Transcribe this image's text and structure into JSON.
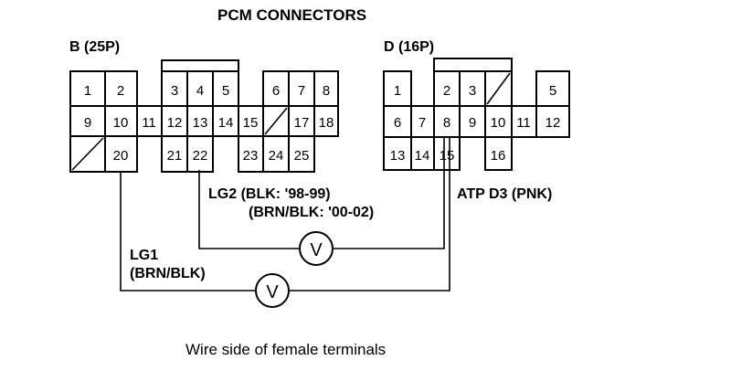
{
  "title": "PCM CONNECTORS",
  "connector_b": {
    "label": "B (25P)",
    "pins": [
      {
        "id": "1",
        "text": "1"
      },
      {
        "id": "2",
        "text": "2"
      },
      {
        "id": "3",
        "text": "3"
      },
      {
        "id": "4",
        "text": "4"
      },
      {
        "id": "5",
        "text": "5"
      },
      {
        "id": "6",
        "text": "6"
      },
      {
        "id": "7",
        "text": "7"
      },
      {
        "id": "8",
        "text": "8"
      },
      {
        "id": "9",
        "text": "9"
      },
      {
        "id": "10",
        "text": "10"
      },
      {
        "id": "11",
        "text": "11"
      },
      {
        "id": "12",
        "text": "12"
      },
      {
        "id": "13",
        "text": "13"
      },
      {
        "id": "14",
        "text": "14"
      },
      {
        "id": "15",
        "text": "15"
      },
      {
        "id": "17",
        "text": "17"
      },
      {
        "id": "18",
        "text": "18"
      },
      {
        "id": "20",
        "text": "20"
      },
      {
        "id": "21",
        "text": "21"
      },
      {
        "id": "22",
        "text": "22"
      },
      {
        "id": "23",
        "text": "23"
      },
      {
        "id": "24",
        "text": "24"
      },
      {
        "id": "25",
        "text": "25"
      }
    ]
  },
  "connector_d": {
    "label": "D (16P)",
    "pins": [
      {
        "id": "1",
        "text": "1"
      },
      {
        "id": "2",
        "text": "2"
      },
      {
        "id": "3",
        "text": "3"
      },
      {
        "id": "5",
        "text": "5"
      },
      {
        "id": "6",
        "text": "6"
      },
      {
        "id": "7",
        "text": "7"
      },
      {
        "id": "8",
        "text": "8"
      },
      {
        "id": "9",
        "text": "9"
      },
      {
        "id": "10",
        "text": "10"
      },
      {
        "id": "11",
        "text": "11"
      },
      {
        "id": "12",
        "text": "12"
      },
      {
        "id": "13",
        "text": "13"
      },
      {
        "id": "14",
        "text": "14"
      },
      {
        "id": "15",
        "text": "15"
      },
      {
        "id": "16",
        "text": "16"
      }
    ]
  },
  "wires": {
    "lg2_line1": "LG2 (BLK: '98-99)",
    "lg2_line2": "(BRN/BLK: '00-02)",
    "lg1_line1": "LG1",
    "lg1_line2": "(BRN/BLK)",
    "atp": "ATP D3 (PNK)"
  },
  "meter_symbol": "V",
  "caption": "Wire side of female terminals"
}
